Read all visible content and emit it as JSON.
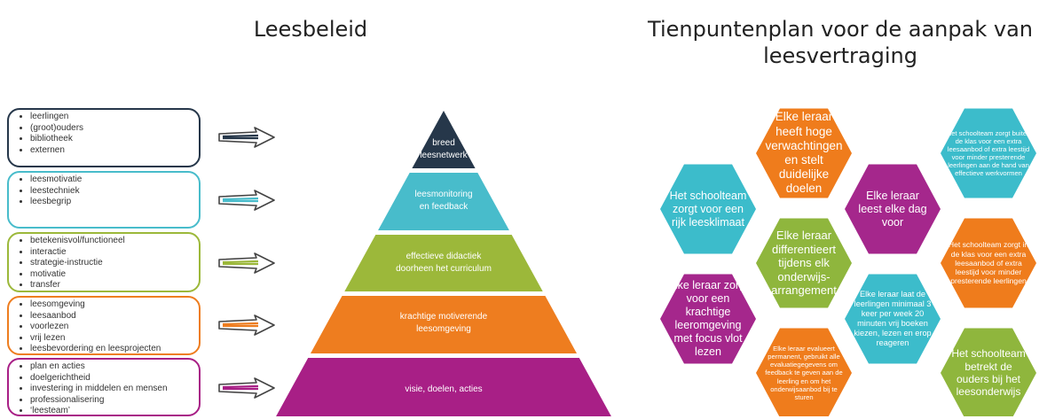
{
  "titles": {
    "left": "Leesbeleid",
    "right": "Tienpuntenplan voor de aanpak van leesvertraging"
  },
  "colors": {
    "navy": "#26374a",
    "teal": "#48bccb",
    "olive": "#9cb83a",
    "orange": "#ee7d1f",
    "magenta": "#a81f86",
    "hex_teal": "#3cbccb",
    "hex_green": "#8fb63d",
    "hex_orange": "#ef7c1c",
    "hex_magenta": "#a5278c"
  },
  "boxes": [
    {
      "items": [
        "leerlingen",
        "(groot)ouders",
        "bibliotheek",
        "externen"
      ]
    },
    {
      "items": [
        "leesmotivatie",
        "leestechniek",
        "leesbegrip"
      ]
    },
    {
      "items": [
        "betekenisvol/functioneel",
        "interactie",
        "strategie-instructie",
        "motivatie",
        "transfer"
      ]
    },
    {
      "items": [
        "leesomgeving",
        "leesaanbod",
        "voorlezen",
        "vrij lezen",
        "leesbevordering en leesprojecten"
      ]
    },
    {
      "items": [
        "plan en acties",
        "doelgerichtheid",
        "investering in middelen en mensen",
        "professionalisering",
        "‘leesteam’"
      ]
    }
  ],
  "pyramid": [
    {
      "lines": [
        "breed",
        "leesnetwerk"
      ]
    },
    {
      "lines": [
        "leesmonitoring",
        "en feedback"
      ]
    },
    {
      "lines": [
        "effectieve didactiek",
        "doorheen het curriculum"
      ]
    },
    {
      "lines": [
        "krachtige motiverende",
        "leesomgeving"
      ]
    },
    {
      "lines": [
        "visie, doelen, acties"
      ]
    }
  ],
  "hexagons": [
    {
      "text": "Elke leraar heeft hoge verwachtingen en stelt duidelijke doelen"
    },
    {
      "text": "Het schoolteam zorgt buiten de klas voor een extra leesaanbod of extra leestijd voor minder presterende leerlingen aan de hand van effectieve werkvormen"
    },
    {
      "text": "Het schoolteam zorgt voor een rijk leesklimaat"
    },
    {
      "text": "Elke leraar leest elke dag voor"
    },
    {
      "text": "Elke leraar differentieert tijdens elk onderwijs-arrangement"
    },
    {
      "text": "Het schoolteam zorgt in de klas voor een extra leesaanbod of extra leestijd voor minder presterende leerlingen"
    },
    {
      "text": "Elke leraar zorgt voor een krachtige leeromgeving met focus vlot lezen"
    },
    {
      "text": "Elke leraar laat de leerlingen minimaal 3 keer per week 20 minuten vrij boeken kiezen, lezen en erop reageren"
    },
    {
      "text": "Elke leraar evalueert permanent, gebruikt alle evaluatiegegevens om feedback te geven aan de leerling en om het onderwijsaanbod bij te sturen"
    },
    {
      "text": "Het schoolteam betrekt de ouders bij het leesonderwijs"
    }
  ]
}
